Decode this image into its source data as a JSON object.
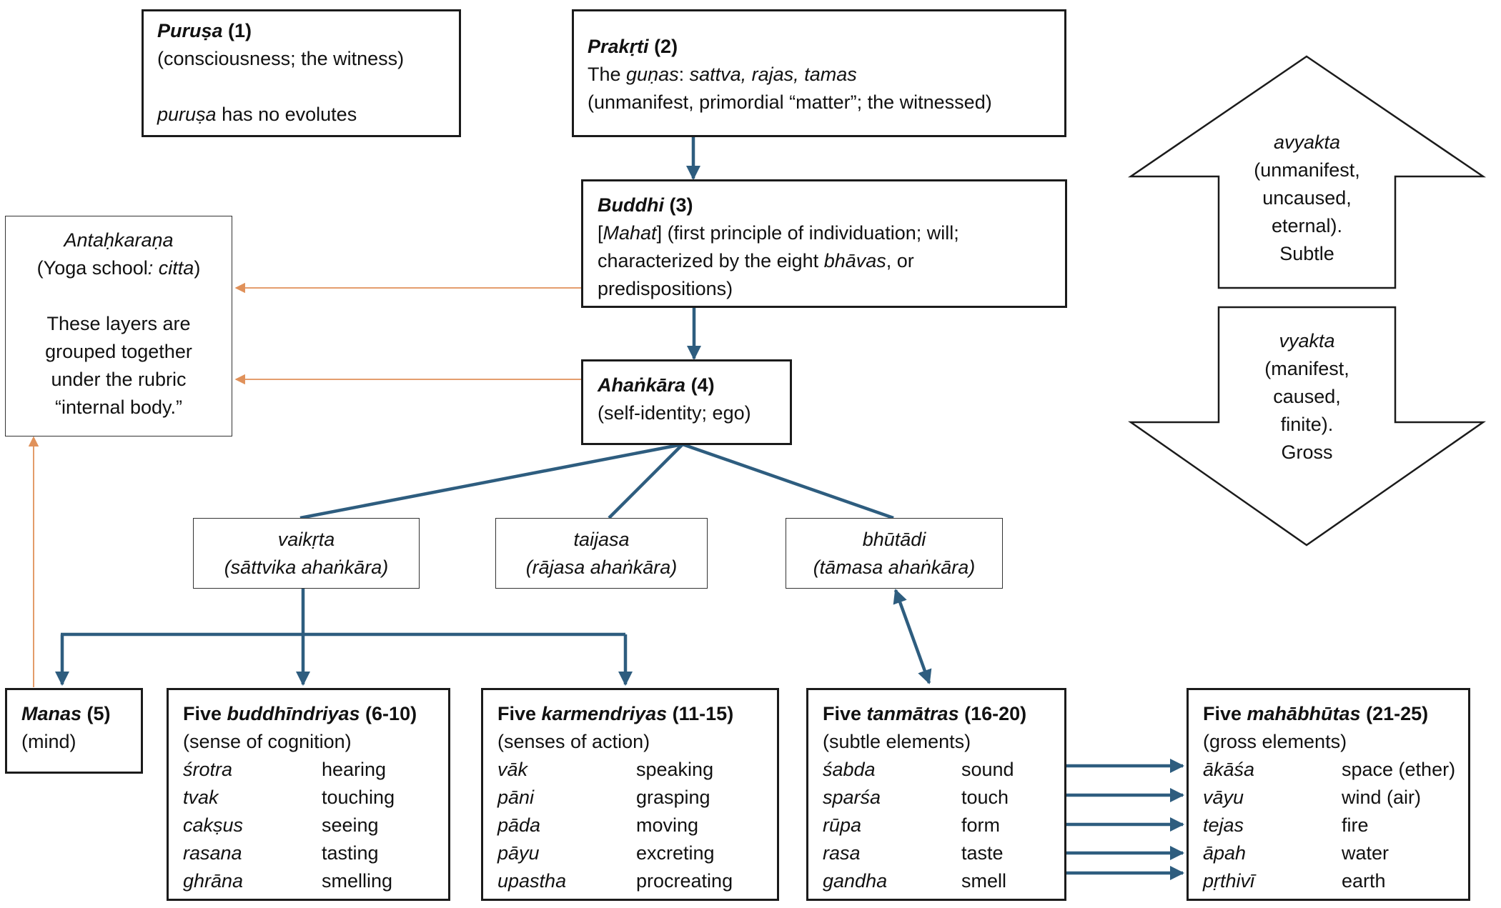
{
  "purusa": {
    "title": "Puruṣa",
    "num": " (1)",
    "line1": "(consciousness; the witness)",
    "line2_it": "puruṣa",
    "line2_rest": " has no evolutes"
  },
  "prakrti": {
    "title": "Prakṛti",
    "num": " (2)",
    "line1_a": "The ",
    "line1_b": "guṇas",
    "line1_c": ": ",
    "line1_d": "sattva, rajas, tamas",
    "line2": "(unmanifest, primordial “matter”; the witnessed)"
  },
  "buddhi": {
    "title": "Buddhi",
    "num": " (3)",
    "l1_a": "[",
    "l1_b": "Mahat",
    "l1_c": "] (first principle of individuation; will;",
    "l2_a": "characterized by the eight ",
    "l2_b": "bhāvas",
    "l2_c": ", or",
    "l3": "predispositions)"
  },
  "ahankara": {
    "title": "Ahaṅkāra",
    "num": " (4)",
    "line1": "(self-identity; ego)"
  },
  "antahkarana": {
    "title": "Antaḥkaraṇa",
    "sub_a": "(Yoga school",
    "sub_b": ": citta",
    "sub_c": ")",
    "l1": "These layers are",
    "l2": "grouped together",
    "l3": "under the rubric",
    "l4": "“internal body.”"
  },
  "vaikrta": {
    "l1": "vaikṛta",
    "l2": "(sāttvika ahaṅkāra)"
  },
  "taijasa": {
    "l1": "taijasa",
    "l2": "(rājasa ahaṅkāra)"
  },
  "bhutadi": {
    "l1": "bhūtādi",
    "l2": "(tāmasa ahaṅkāra)"
  },
  "manas": {
    "title": "Manas",
    "num": " (5)",
    "line1": "(mind)"
  },
  "buddhindriyas": {
    "pre": "Five ",
    "title": "buddhīndriyas",
    "num": " (6-10)",
    "sub": "(sense of cognition)",
    "rows": [
      {
        "skt": "śrotra",
        "eng": "hearing"
      },
      {
        "skt": "tvak",
        "eng": "touching"
      },
      {
        "skt": "cakṣus",
        "eng": "seeing"
      },
      {
        "skt": "rasana",
        "eng": "tasting"
      },
      {
        "skt": "ghrāna",
        "eng": "smelling"
      }
    ]
  },
  "karmendriyas": {
    "pre": "Five ",
    "title": "karmendriyas",
    "num": " (11-15)",
    "sub": "(senses of action)",
    "rows": [
      {
        "skt": "vāk",
        "eng": "speaking"
      },
      {
        "skt": "pāni",
        "eng": "grasping"
      },
      {
        "skt": "pāda",
        "eng": "moving"
      },
      {
        "skt": "pāyu",
        "eng": "excreting"
      },
      {
        "skt": "upastha",
        "eng": "procreating"
      }
    ]
  },
  "tanmatras": {
    "pre": "Five ",
    "title": "tanmātras",
    "num": " (16-20)",
    "sub": "(subtle elements)",
    "rows": [
      {
        "skt": "śabda",
        "eng": "sound"
      },
      {
        "skt": "sparśa",
        "eng": "touch"
      },
      {
        "skt": "rūpa",
        "eng": "form"
      },
      {
        "skt": "rasa",
        "eng": "taste"
      },
      {
        "skt": "gandha",
        "eng": "smell"
      }
    ]
  },
  "mahabhutas": {
    "pre": "Five ",
    "title": "mahābhūtas",
    "num": " (21-25)",
    "sub": "(gross elements)",
    "rows": [
      {
        "skt": "ākāśa",
        "eng": "space (ether)"
      },
      {
        "skt": "vāyu",
        "eng": "wind (air)"
      },
      {
        "skt": "tejas",
        "eng": "fire"
      },
      {
        "skt": "āpah",
        "eng": "water"
      },
      {
        "skt": "pṛthivī",
        "eng": "earth"
      }
    ]
  },
  "avyakta": {
    "title": "avyakta",
    "l1": "(unmanifest,",
    "l2": "uncaused,",
    "l3": "eternal).",
    "l4": "Subtle"
  },
  "vyakta": {
    "title": "vyakta",
    "l1": "(manifest,",
    "l2": "caused,",
    "l3": "finite).",
    "l4": "Gross"
  },
  "colors": {
    "blue": "#2e5d7f",
    "orange": "#e0915a"
  }
}
